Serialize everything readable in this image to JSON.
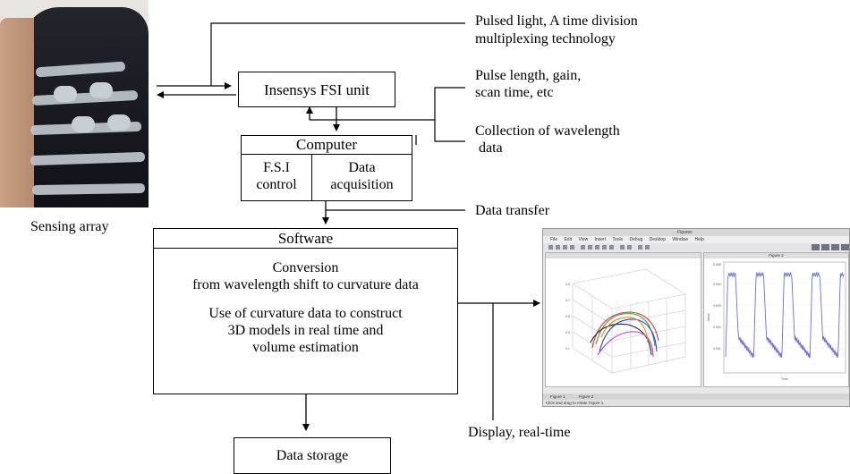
{
  "photo": {
    "caption": "Sensing array"
  },
  "blocks": {
    "fsi_unit": "Insensys FSI unit",
    "computer": {
      "title": "Computer",
      "fsi_control_line1": "F.S.I",
      "fsi_control_line2": "control",
      "data_acq_line1": "Data",
      "data_acq_line2": "acquisition"
    },
    "software": {
      "title": "Software",
      "conversion_line1": "Conversion",
      "conversion_line2": "from wavelength shift to curvature data",
      "use_line1": "Use of curvature data to construct",
      "use_line2": "3D models in real time and",
      "use_line3": "volume estimation"
    },
    "storage": "Data storage"
  },
  "annotations": {
    "pulsed_light_line1": "Pulsed light, A time division",
    "pulsed_light_line2": "multiplexing technology",
    "pulse_params_line1": "Pulse length, gain,",
    "pulse_params_line2": "scan time,  etc",
    "collection_line1": "Collection of wavelength",
    "collection_line2": "data",
    "data_transfer": "Data transfer",
    "display": "Display, real-time"
  },
  "screenshot": {
    "window_title": "Figures",
    "menu": [
      "File",
      "Edit",
      "View",
      "Insert",
      "Tools",
      "Debug",
      "Desktop",
      "Window",
      "Help"
    ],
    "panel_right_title": "Figure 2",
    "tabs": [
      "Figure 1",
      "Figure 2"
    ],
    "status": "Click and drag to rotate Figure 1.",
    "curve_colors": [
      "#d9302c",
      "#2e9e3e",
      "#2b47c9",
      "#222222",
      "#c43cc0",
      "#e08a1e"
    ],
    "trace_color": "#6a6fd8"
  }
}
